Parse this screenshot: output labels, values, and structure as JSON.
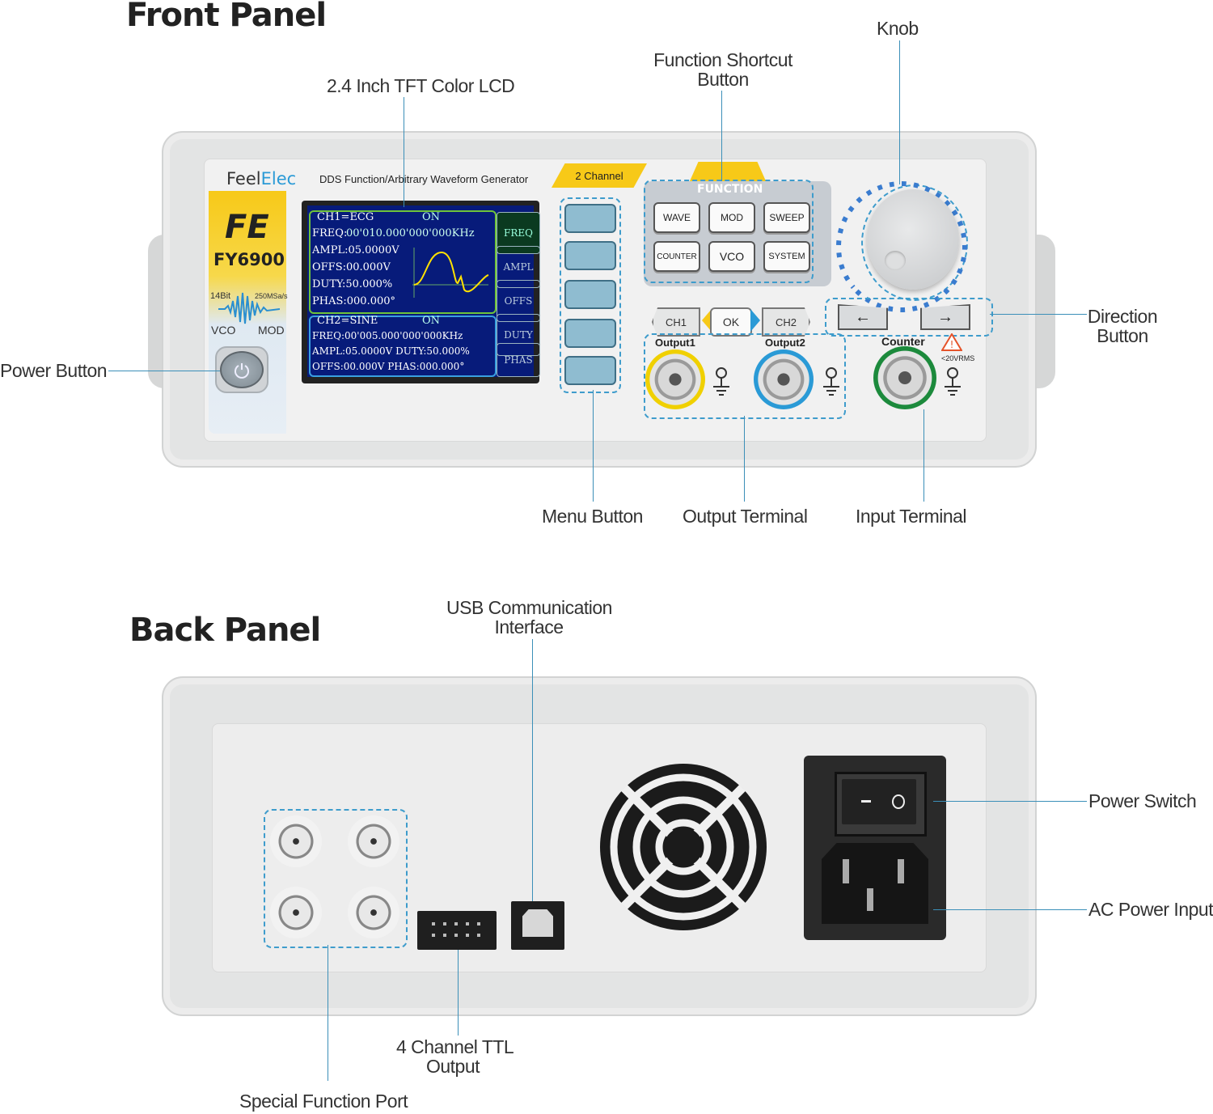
{
  "headings": {
    "front": "Front Panel",
    "back": "Back Panel"
  },
  "callouts": {
    "lcd": "2.4 Inch TFT Color LCD",
    "func_shortcut_1": "Function Shortcut",
    "func_shortcut_2": "Button",
    "knob": "Knob",
    "direction_1": "Direction",
    "direction_2": "Button",
    "power_button": "Power Button",
    "menu_button": "Menu Button",
    "output_terminal": "Output Terminal",
    "input_terminal": "Input Terminal",
    "usb_1": "USB Communication",
    "usb_2": "Interface",
    "power_switch": "Power Switch",
    "ac_power": "AC Power Input",
    "ttl_1": "4 Channel TTL",
    "ttl_2": "Output",
    "special_port": "Special Function Port"
  },
  "device": {
    "brand_a": "Feel",
    "brand_b": "Elec",
    "subtitle": "DDS Function/Arbitrary Waveform Generator",
    "channel_badge": "2 Channel",
    "logo": "FE",
    "model": "FY6900",
    "bits": "14Bit",
    "rate": "250MSa/s",
    "vco": "VCO",
    "mod": "MOD",
    "function_label": "FUNCTION",
    "function_buttons": [
      "WAVE",
      "MOD",
      "SWEEP",
      "COUNTER",
      "VCO",
      "SYSTEM"
    ],
    "ch1": "CH1",
    "ok": "OK",
    "ch2": "CH2",
    "output1": "Output1",
    "output2": "Output2",
    "counter": "Counter",
    "vrms": "<20VRMS"
  },
  "lcd": {
    "ch1_header": "CH1=ECG",
    "ch1_on": "ON",
    "freq1_label": "FREQ:",
    "freq1_value": "00'010.000'000'000KHz",
    "ampl1": "AMPL:05.0000V",
    "offs1": "OFFS:00.000V",
    "duty1": "DUTY:50.000%",
    "phas1": "PHAS:000.000°",
    "ch2_header": "CH2=SINE",
    "ch2_on": "ON",
    "freq2": "FREQ:00'005.000'000'000KHz",
    "ampl2": "AMPL:05.0000V DUTY:50.000%",
    "offs2": "OFFS:00.000V   PHAS:000.000°",
    "side_labels": [
      "FREQ",
      "AMPL",
      "OFFS",
      "DUTY",
      "PHAS"
    ]
  },
  "colors": {
    "accent": "#3b8fb8",
    "yellow": "#f7c918",
    "ch1_ring": "#f0d000",
    "ch2_ring": "#2a9ad6",
    "counter_ring": "#1c8a3c"
  }
}
